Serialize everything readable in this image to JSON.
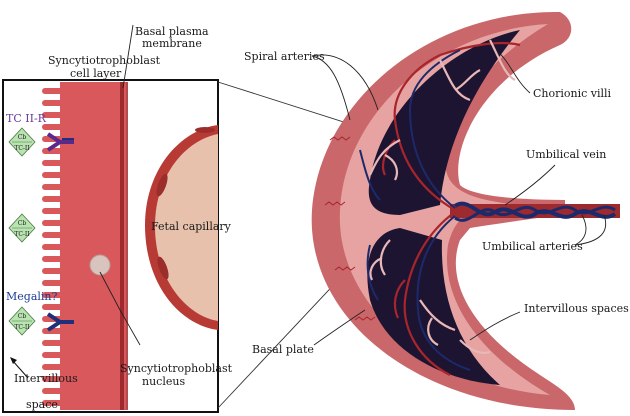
{
  "labels": {
    "basal_plasma_membrane_1": "Basal plasma",
    "basal_plasma_membrane_2": "membrane",
    "syncytio_layer_1": "Syncytiotrophoblast",
    "syncytio_layer_2": "cell layer",
    "tc2r": "TC II-R",
    "megalin": "Megalin?",
    "fetal_capillary": "Fetal capillary",
    "intervillous_space_1": "Intervillous",
    "intervillous_space_2": "space",
    "syncytio_nucleus_1": "Syncytiotrophoblast",
    "syncytio_nucleus_2": "nucleus",
    "spiral_arteries": "Spiral arteries",
    "chorionic_villi": "Chorionic villi",
    "umbilical_vein": "Umbilical vein",
    "umbilical_arteries": "Umbilical arteries",
    "intervillous_spaces": "Intervillous spaces",
    "basal_plate": "Basal plate"
  },
  "complex_labels": {
    "cb": "Cb",
    "tc2": "TC-II"
  },
  "colors": {
    "syncytio_red": "#d9585c",
    "membrane_dark": "#9c2a2e",
    "capillary_fill": "#e8c1ac",
    "capillary_wall": "#b83a35",
    "placenta_outer": "#c9676a",
    "placenta_inner": "#e6a3a2",
    "space_dark": "#1d1432",
    "vessel_red": "#a8252b",
    "vessel_blue": "#1c2a6b",
    "diamond_green": "#b9e3b1",
    "receptor_purple": "#5a2a8a",
    "receptor_navy": "#1f2f7a"
  }
}
